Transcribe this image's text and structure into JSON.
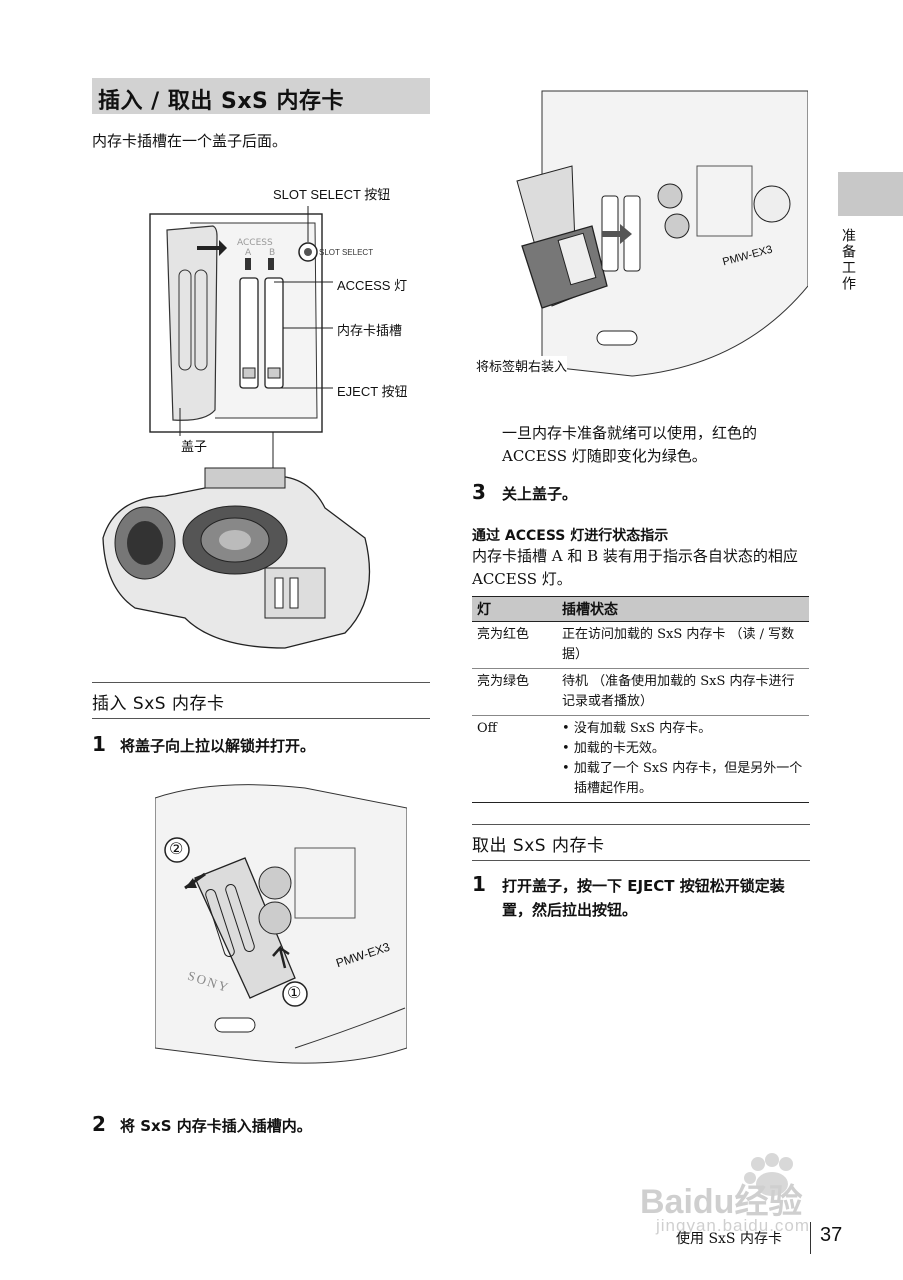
{
  "section_title": "插入 / 取出 SxS 内存卡",
  "intro": "内存卡插槽在一个盖子后面。",
  "figure1": {
    "slot_select_callout": "SLOT SELECT 按钮",
    "access_callout": "ACCESS 灯",
    "slot_callout": "内存卡插槽",
    "eject_callout": "EJECT 按钮",
    "cover_callout": "盖子",
    "panel_access": "ACCESS",
    "panel_a": "A",
    "panel_b": "B",
    "panel_slot_select": "SLOT SELECT"
  },
  "insert_heading": "插入 SxS 内存卡",
  "step1_num": "1",
  "step1_text": "将盖子向上拉以解锁并打开。",
  "figure2": {
    "marker_1": "①",
    "marker_2": "②",
    "model": "PMW-EX3",
    "brand": "SONY"
  },
  "step2_num": "2",
  "step2_text": "将 SxS 内存卡插入插槽内。",
  "figure3": {
    "caption": "将标签朝右装入",
    "model": "PMW-EX3"
  },
  "ready_text": "一旦内存卡准备就绪可以使用，红色的 ACCESS 灯随即变化为绿色。",
  "step3_num": "3",
  "step3_text": "关上盖子。",
  "status_heading": "通过 ACCESS 灯进行状态指示",
  "status_intro": "内存卡插槽 A 和 B 装有用于指示各自状态的相应 ACCESS 灯。",
  "table": {
    "col_light": "灯",
    "col_state": "插槽状态",
    "rows": [
      {
        "light": "亮为红色",
        "state": "正在访问加载的 SxS 内存卡 （读 / 写数据）"
      },
      {
        "light": "亮为绿色",
        "state": "待机 （准备使用加载的 SxS 内存卡进行记录或者播放）"
      },
      {
        "light": "Off",
        "bullets": [
          "没有加载 SxS 内存卡。",
          "加载的卡无效。",
          "加载了一个 SxS 内存卡，但是另外一个插槽起作用。"
        ]
      }
    ]
  },
  "eject_heading": "取出 SxS 内存卡",
  "eject_step1_num": "1",
  "eject_step1_text": "打开盖子，按一下 EJECT 按钮松开锁定装置，然后拉出按钮。",
  "side_label": "准备工作",
  "footer_text": "使用 SxS 内存卡",
  "page_number": "37",
  "watermark_brand": "Baidu经验",
  "watermark_url": "jingyan.baidu.com"
}
